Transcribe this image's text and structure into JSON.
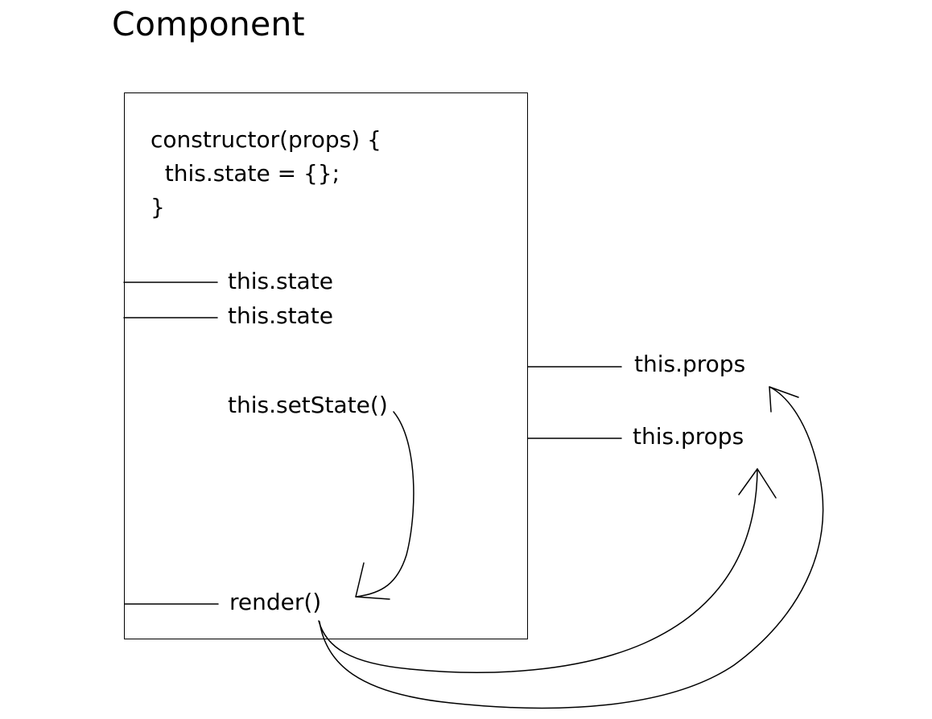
{
  "title": "Component",
  "code": {
    "line1": "constructor(props) {",
    "line2": "  this.state = {};",
    "line3": "}"
  },
  "labels": {
    "state_1": "this.state",
    "state_2": "this.state",
    "set_state": "this.setState()",
    "render": "render()",
    "props_1": "this.props",
    "props_2": "this.props"
  }
}
